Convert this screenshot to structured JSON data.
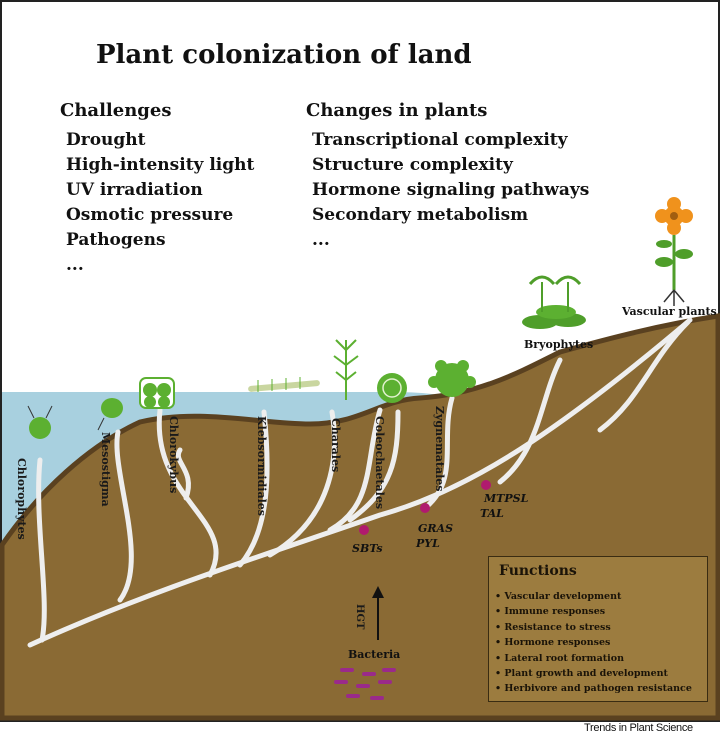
{
  "title": "Plant colonization of land",
  "challenges": {
    "heading": "Challenges",
    "items": [
      "Drought",
      "High-intensity light",
      "UV irradiation",
      "Osmotic pressure",
      "Pathogens",
      "..."
    ]
  },
  "changes": {
    "heading": "Changes in plants",
    "items": [
      "Transcriptional complexity",
      "Structure complexity",
      "Hormone signaling pathways",
      "Secondary metabolism",
      "..."
    ]
  },
  "lineages": [
    "Chlorophytes",
    "Mesostigma",
    "Chlorokybus",
    "Klebsormidiales",
    "Charales",
    "Coleochaetales",
    "Zygnematales"
  ],
  "groups": {
    "bryophytes": "Bryophytes",
    "vascular": "Vascular plants"
  },
  "genes": {
    "sbts": "SBTs",
    "gras": "GRAS",
    "pyl": "PYL",
    "mtpsl": "MTPSL",
    "tal": "TAL"
  },
  "hgt": {
    "label": "HGT",
    "source": "Bacteria"
  },
  "functions": {
    "heading": "Functions",
    "items": [
      "Vascular development",
      "Immune responses",
      "Resistance to stress",
      "Hormone responses",
      "Lateral root formation",
      "Plant growth and development",
      "Herbivore and pathogen resistance"
    ]
  },
  "footer": "Trends in Plant Science",
  "colors": {
    "water": "#a8d0df",
    "soil": "#8a6a34",
    "soil_edge": "#5a4120",
    "branch": "#eeeeee",
    "node": "#b01a6e",
    "green": "#5cb031",
    "bacteria": "#9a2a8a",
    "function_box": "#9c7c3f"
  }
}
